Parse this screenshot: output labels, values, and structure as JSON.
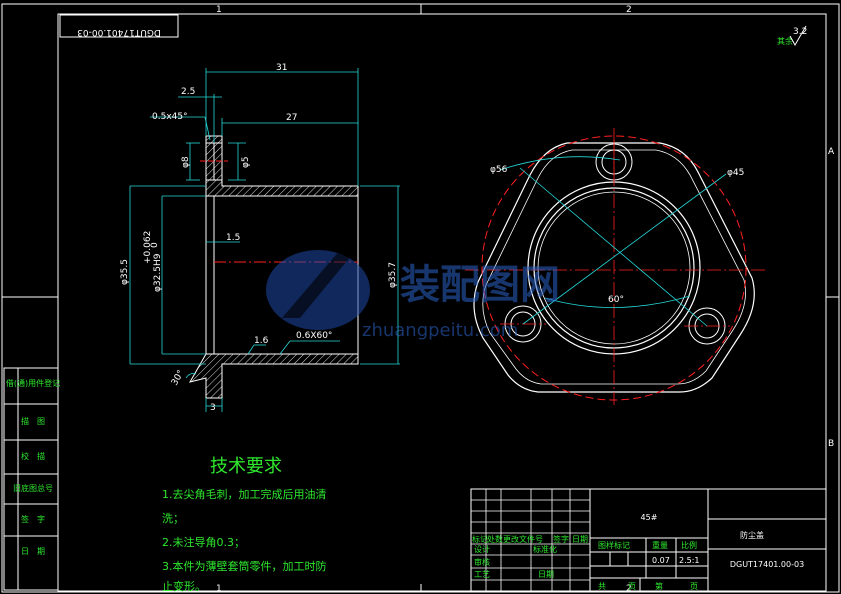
{
  "title_stamp": "DGUT17401.00-03",
  "zones": {
    "top_1": "1",
    "top_2": "2",
    "side_a": "A",
    "side_b": "B",
    "bottom_1": "1",
    "bottom_2": "2"
  },
  "roughness": {
    "label": "其余",
    "value": "3.2"
  },
  "section_dims": {
    "d31": "31",
    "d27": "27",
    "d2_5": "2.5",
    "d1_5": "1.5",
    "d3": "3",
    "chamfer": "0.5x45°",
    "phi8": "φ8",
    "phi5": "φ5",
    "phi35_5": "φ35.5",
    "phi32_5": "φ32.5H9",
    "tol_upper": "+0.062",
    "tol_lower": "0",
    "phi35_7": "φ35.7",
    "angle30": "30°",
    "rough16": "1.6",
    "chamfer2": "0.6X60°"
  },
  "view_dims": {
    "phi56": "φ56",
    "phi45": "φ45",
    "angle60": "60°"
  },
  "watermark": {
    "cn": "装配图网",
    "en": "zhuangpeitu.com"
  },
  "tech_req": {
    "title": "技术要求",
    "line1": "1.去尖角毛刺，加工完成后用油清",
    "line2": "洗；",
    "line3": "2.未注导角0.3；",
    "line4": "3.本件为薄壁套筒零件，加工时防",
    "line5": "止变形。"
  },
  "left_strip": [
    "借(通)用件登记",
    "描　图",
    "校　描",
    "旧底图总号",
    "签　字",
    "日　期"
  ],
  "title_block": {
    "material": "45#",
    "part_name": "防尘盖",
    "drawing_no": "DGUT17401.00-03",
    "stage_label": "图样标记",
    "weight_label": "重量",
    "scale_label": "比例",
    "weight": "0.07",
    "scale": "2.5:1",
    "sheets_total": "共",
    "sheet_no": "页",
    "sheet_of": "第",
    "sheet_page": "页",
    "row_labels": [
      "标记",
      "处数",
      "更改文件号",
      "签字",
      "日期"
    ],
    "designer": "设计",
    "standard": "标准化",
    "checker": "审核",
    "process": "工艺",
    "date": "日期"
  },
  "colors": {
    "frame": "#ffffff",
    "center": "#ff2020",
    "dim": "#26d9d9",
    "text": "#2ee82e",
    "hatch": "#d9d9d9"
  }
}
